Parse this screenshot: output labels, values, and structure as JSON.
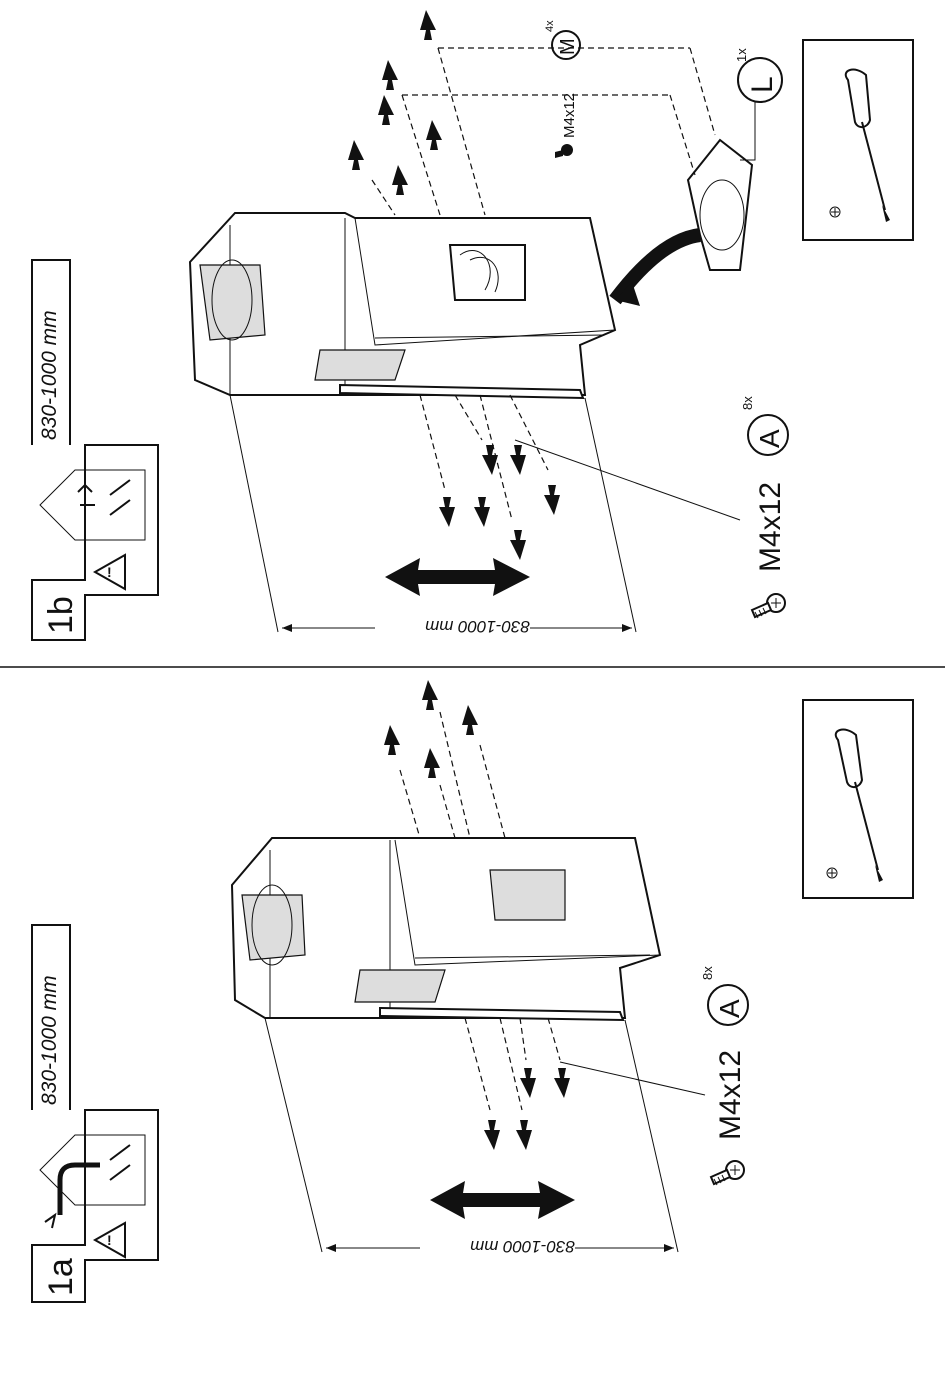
{
  "steps": [
    {
      "id": "1a",
      "label": "1a",
      "range": "830-1000 mm",
      "dimension": "830-1000 mm",
      "screw_spec": "M4x12",
      "screw_ref": "A",
      "screw_qty": "8x"
    },
    {
      "id": "1b",
      "label": "1b",
      "range": "830-1000 mm",
      "dimension": "830-1000 mm",
      "screw_spec": "M4x12",
      "screw_ref": "A",
      "screw_qty": "8x",
      "extra_screw_spec": "M4x12",
      "extra_screw_ref": "M",
      "extra_screw_qty": "4x",
      "part_ref": "L",
      "part_qty": "1x"
    }
  ],
  "icons": {
    "screw": "screw-icon",
    "screwdriver": "phillips-screwdriver-icon",
    "warning": "warning-triangle-icon",
    "arrow": "double-arrow-icon"
  }
}
